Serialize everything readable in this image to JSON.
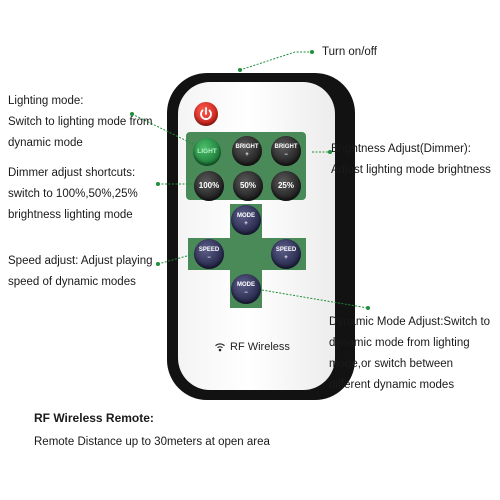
{
  "annotations": {
    "turn_on": "Turn on/off",
    "lighting_mode": [
      "Lighting mode:",
      "Switch to lighting mode from",
      "dynamic mode"
    ],
    "brightness": [
      "Brightness Adjust(Dimmer):",
      "Adjust lighting mode brightness"
    ],
    "dimmer": [
      "Dimmer adjust shortcuts:",
      "switch to 100%,50%,25%",
      "brightness lighting mode"
    ],
    "speed": [
      "Speed adjust: Adjust playing",
      "speed of dynamic modes"
    ],
    "dynamic": [
      "Dynamic Mode Adjust:Switch to",
      "dynamic mode from lighting",
      "mode,or switch between",
      "different dynamic modes"
    ]
  },
  "footer": {
    "title": "RF Wireless Remote:",
    "subtitle": "Remote Distance up to 30meters at open area"
  },
  "remote": {
    "light": "LIGHT",
    "bright_up": "BRIGHT",
    "bright_up_sign": "+",
    "bright_down": "BRIGHT",
    "bright_down_sign": "−",
    "p100": "100%",
    "p50": "50%",
    "p25": "25%",
    "mode_up": "MODE",
    "mode_up_sign": "+",
    "mode_down": "MODE",
    "mode_down_sign": "−",
    "speed_down": "SPEED",
    "speed_down_sign": "−",
    "speed_up": "SPEED",
    "speed_up_sign": "+",
    "rf_label": "RF Wireless"
  },
  "colors": {
    "line": "#1f8f3a",
    "pad": "#4a8a58",
    "power": "#e0302a"
  }
}
